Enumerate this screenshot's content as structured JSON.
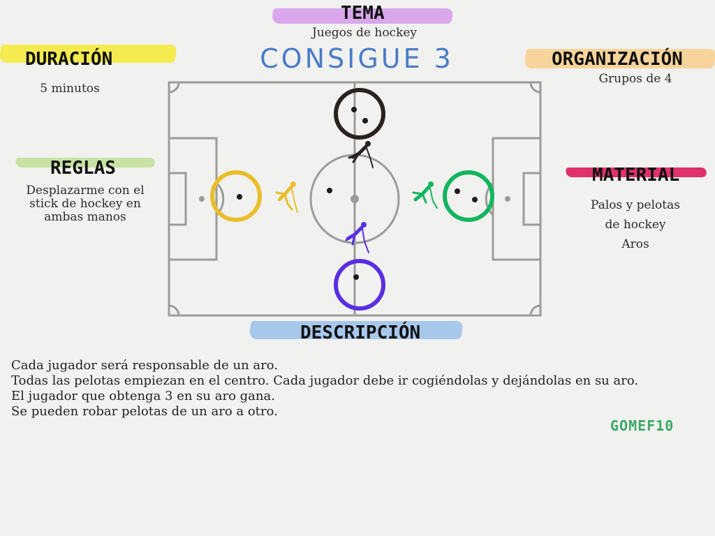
{
  "tema": {
    "heading": "TEMA",
    "value": "Juegos de hockey"
  },
  "title": "CONSIGUE 3",
  "duracion": {
    "heading": "DURACIÓN",
    "value": "5 minutos"
  },
  "organizacion": {
    "heading": "ORGANIZACIÓN",
    "value": "Grupos de 4"
  },
  "reglas": {
    "heading": "REGLAS",
    "lines": [
      "Desplazarme con el",
      "stick de hockey en",
      "ambas manos"
    ]
  },
  "material": {
    "heading": "MATERIAL",
    "lines": [
      "Palos  y pelotas",
      "de hockey",
      "Aros"
    ]
  },
  "descripcion": {
    "heading": "DESCRIPCIÓN",
    "lines": [
      "Cada jugador será responsable de un aro.",
      "Todas las pelotas empiezan en el centro. Cada jugador debe ir cogiéndolas y dejándolas en su aro.",
      "El jugador que obtenga 3 en su aro gana.",
      "Se pueden robar pelotas de un aro a otro."
    ]
  },
  "signature": "GOMEF10",
  "colors": {
    "tema_brush": "#d9a7ec",
    "duracion_brush": "#f3ea3e",
    "organizacion_brush": "#f8cf8c",
    "reglas_brush": "#c7e2a2",
    "material_brush": "#e0306d",
    "descripcion_brush": "#9ec3ea",
    "title": "#4a7cc7",
    "field_lines": "#9b9b9b",
    "hoop_black": "#2a221e",
    "hoop_yellow": "#e9be2c",
    "hoop_green": "#13b55f",
    "hoop_purple": "#5a2ee0",
    "signature": "#3aa864"
  }
}
